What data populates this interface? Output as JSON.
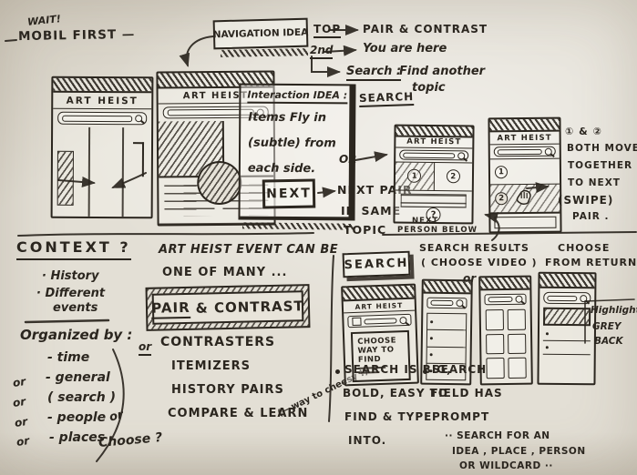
{
  "colors": {
    "paper": "#e3dfd5",
    "ink": "#2b261f"
  },
  "note_top_left": {
    "line1": "WAIT!",
    "line2": "MOBIL FIRST —"
  },
  "common": {
    "phone_title": "ART HEIST"
  },
  "nav": {
    "idea_label": "NAVIGATION IDEA",
    "top_label": "TOP",
    "top_value": "PAIR & CONTRAST",
    "second_label": "2nd",
    "second_value": "You are here",
    "search_label": "Search :",
    "search_value_1": "Find another",
    "search_value_2": "topic",
    "search_word": "SEARCH"
  },
  "interaction": {
    "title": "Interaction IDEA :",
    "lines": [
      "Items Fly in",
      "(subtle) from",
      "each side."
    ],
    "or_label": "OR",
    "next_button_label": "NEXT",
    "next_note": [
      "NEXT PAIR",
      "IN SAME",
      "TOPIC"
    ]
  },
  "pair_phones": {
    "badge_1": "1",
    "badge_2": "2",
    "badge_q": "?",
    "next_person_note": [
      "NEXT",
      "PERSON BELOW"
    ],
    "swipe_note": [
      "① & ②",
      "BOTH MOVE",
      "TOGETHER",
      "TO NEXT",
      "(SWIPE)",
      "PAIR ."
    ]
  },
  "context": {
    "title": "CONTEXT ?",
    "bullet_1": "· History",
    "bullet_2": "· Different",
    "bullet_2b": "events",
    "organized_by": "Organized by :",
    "options": [
      {
        "prefix": "",
        "text": "- time"
      },
      {
        "prefix": "or",
        "text": "- general"
      },
      {
        "prefix": "or",
        "text": "( search )"
      },
      {
        "prefix": "or",
        "text": "- people"
      },
      {
        "prefix": "or",
        "text": "- places"
      }
    ],
    "choose_prefix": "or",
    "choose_word": "Choose ?"
  },
  "topic_notes": {
    "line1": "ART HEIST EVENT CAN BE",
    "line2": "ONE OF MANY ...",
    "pair_word": "PAIR",
    "pair_rest": "& CONTRAST",
    "alt_prefix": "or",
    "alts": [
      "CONTRASTERS",
      "ITEMIZERS",
      "HISTORY PAIRS",
      "COMPARE & LEARN"
    ],
    "cheesy": "(← way to cheesy !)"
  },
  "search_flow": {
    "header": "SEARCH",
    "results_header_1": "SEARCH RESULTS",
    "results_header_2": "( CHOOSE VIDEO )",
    "or_label": "or",
    "return_header_1": "CHOOSE",
    "return_header_2": "FROM RETURN",
    "modal_lines": [
      "CHOOSE",
      "WAY TO",
      "FIND"
    ],
    "highlight_note": [
      "Highlight",
      "GREY",
      "BACK"
    ],
    "note_search_big": [
      "SEARCH IS BIG,",
      "BOLD, EASY TO",
      "FIND & TYPE",
      "INTO."
    ],
    "note_field_prompt": [
      "SEARCH",
      "FIELD HAS",
      "PROMPT"
    ],
    "prompt_example": [
      "·· SEARCH FOR AN",
      "IDEA , PLACE , PERSON",
      "OR WILDCARD ··"
    ]
  }
}
